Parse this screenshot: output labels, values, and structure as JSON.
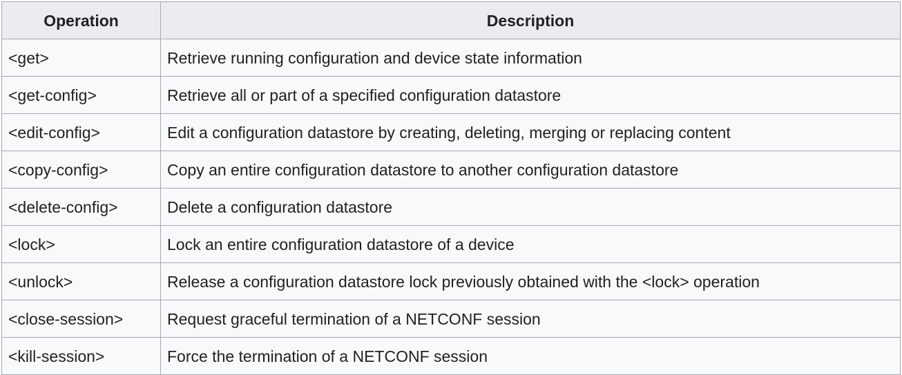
{
  "table": {
    "headers": [
      "Operation",
      "Description"
    ],
    "rows": [
      {
        "operation": "<get>",
        "description": "Retrieve running configuration and device state information"
      },
      {
        "operation": "<get-config>",
        "description": "Retrieve all or part of a specified configuration datastore"
      },
      {
        "operation": "<edit-config>",
        "description": "Edit a configuration datastore by creating, deleting, merging or replacing content"
      },
      {
        "operation": "<copy-config>",
        "description": "Copy an entire configuration datastore to another configuration datastore"
      },
      {
        "operation": "<delete-config>",
        "description": "Delete a configuration datastore"
      },
      {
        "operation": "<lock>",
        "description": "Lock an entire configuration datastore of a device"
      },
      {
        "operation": "<unlock>",
        "description": "Release a configuration datastore lock previously obtained with the <lock> operation"
      },
      {
        "operation": "<close-session>",
        "description": "Request graceful termination of a NETCONF session"
      },
      {
        "operation": "<kill-session>",
        "description": "Force the termination of a NETCONF session"
      }
    ]
  }
}
